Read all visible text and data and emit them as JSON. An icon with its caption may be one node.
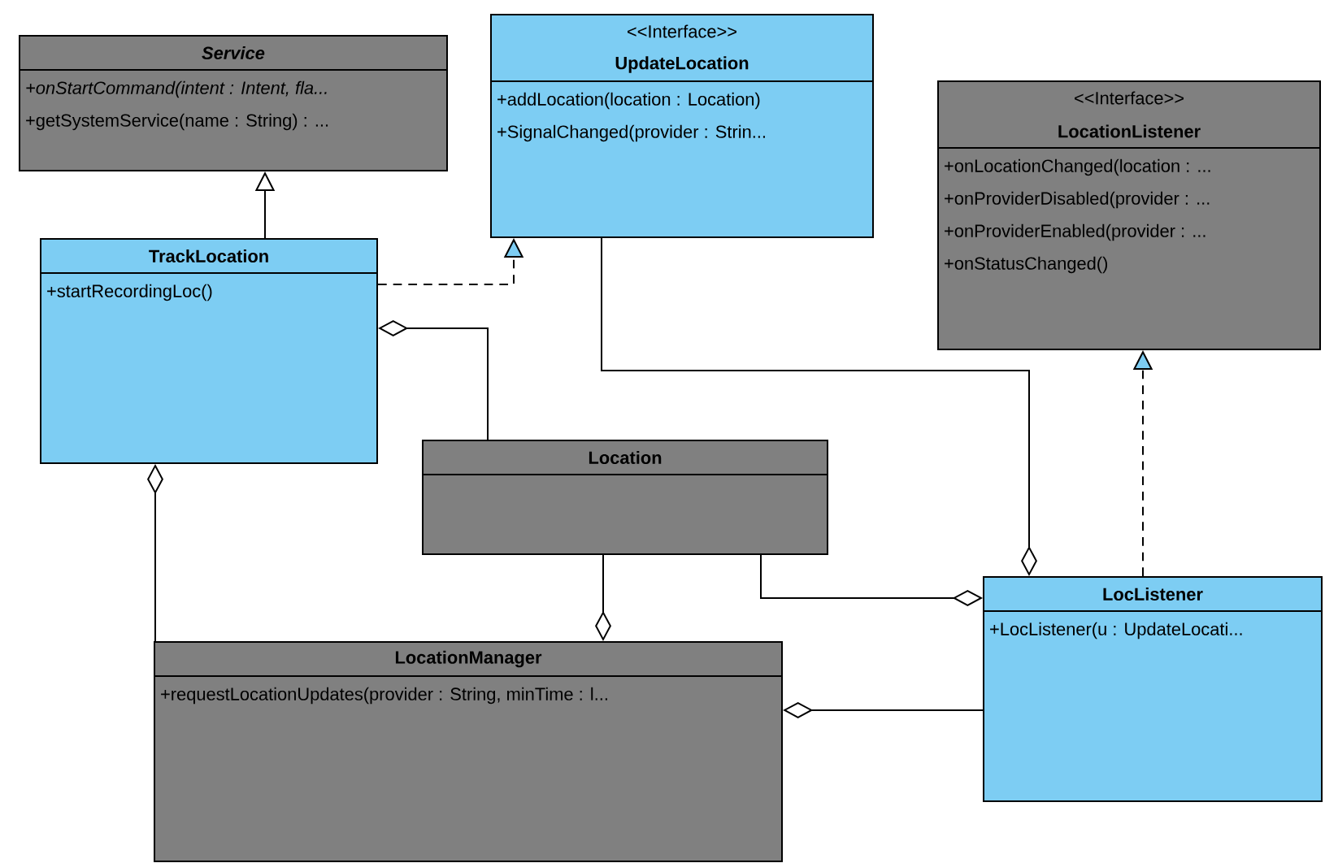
{
  "diagram": {
    "nodes": [
      {
        "text": [
          "Service",
          "+onStartCommand(intent : Intent, fla...",
          "+getSystemService(name : String) : ..."
        ]
      },
      {
        "text": [
          "TrackLocation",
          "+startRecordingLoc()"
        ]
      },
      {
        "text": [
          "<<Interface>>",
          "UpdateLocation",
          "+addLocation(location : Location)",
          "+SignalChanged(provider : Strin..."
        ]
      },
      {
        "text": [
          "<<Interface>>",
          "LocationListener",
          "+onLocationChanged(location : ...",
          "+onProviderDisabled(provider : ...",
          "+onProviderEnabled(provider : ...",
          "+onStatusChanged()"
        ]
      },
      {
        "text": [
          "Location"
        ]
      },
      {
        "text": [
          "LocListener",
          "+LocListener(u : UpdateLocati..."
        ]
      },
      {
        "text": [
          "LocationManager",
          "+requestLocationUpdates(provider : String, minTime : l..."
        ]
      }
    ],
    "edges": [
      {
        "from": 1,
        "to": 0,
        "arrow": "to"
      },
      {
        "from": 1,
        "to": 2,
        "arrow": "to",
        "style": "dashed"
      },
      {
        "from": 5,
        "to": 3,
        "arrow": "to",
        "style": "dashed"
      },
      {
        "from": 4,
        "to": 1,
        "arrow": "other"
      },
      {
        "from": 2,
        "to": 5,
        "arrow": "other"
      },
      {
        "from": 4,
        "to": 5,
        "arrow": "other"
      },
      {
        "from": 4,
        "to": 6,
        "arrow": "other"
      },
      {
        "from": 6,
        "to": 1,
        "arrow": "other"
      },
      {
        "from": 5,
        "to": 6,
        "arrow": "other"
      }
    ]
  }
}
